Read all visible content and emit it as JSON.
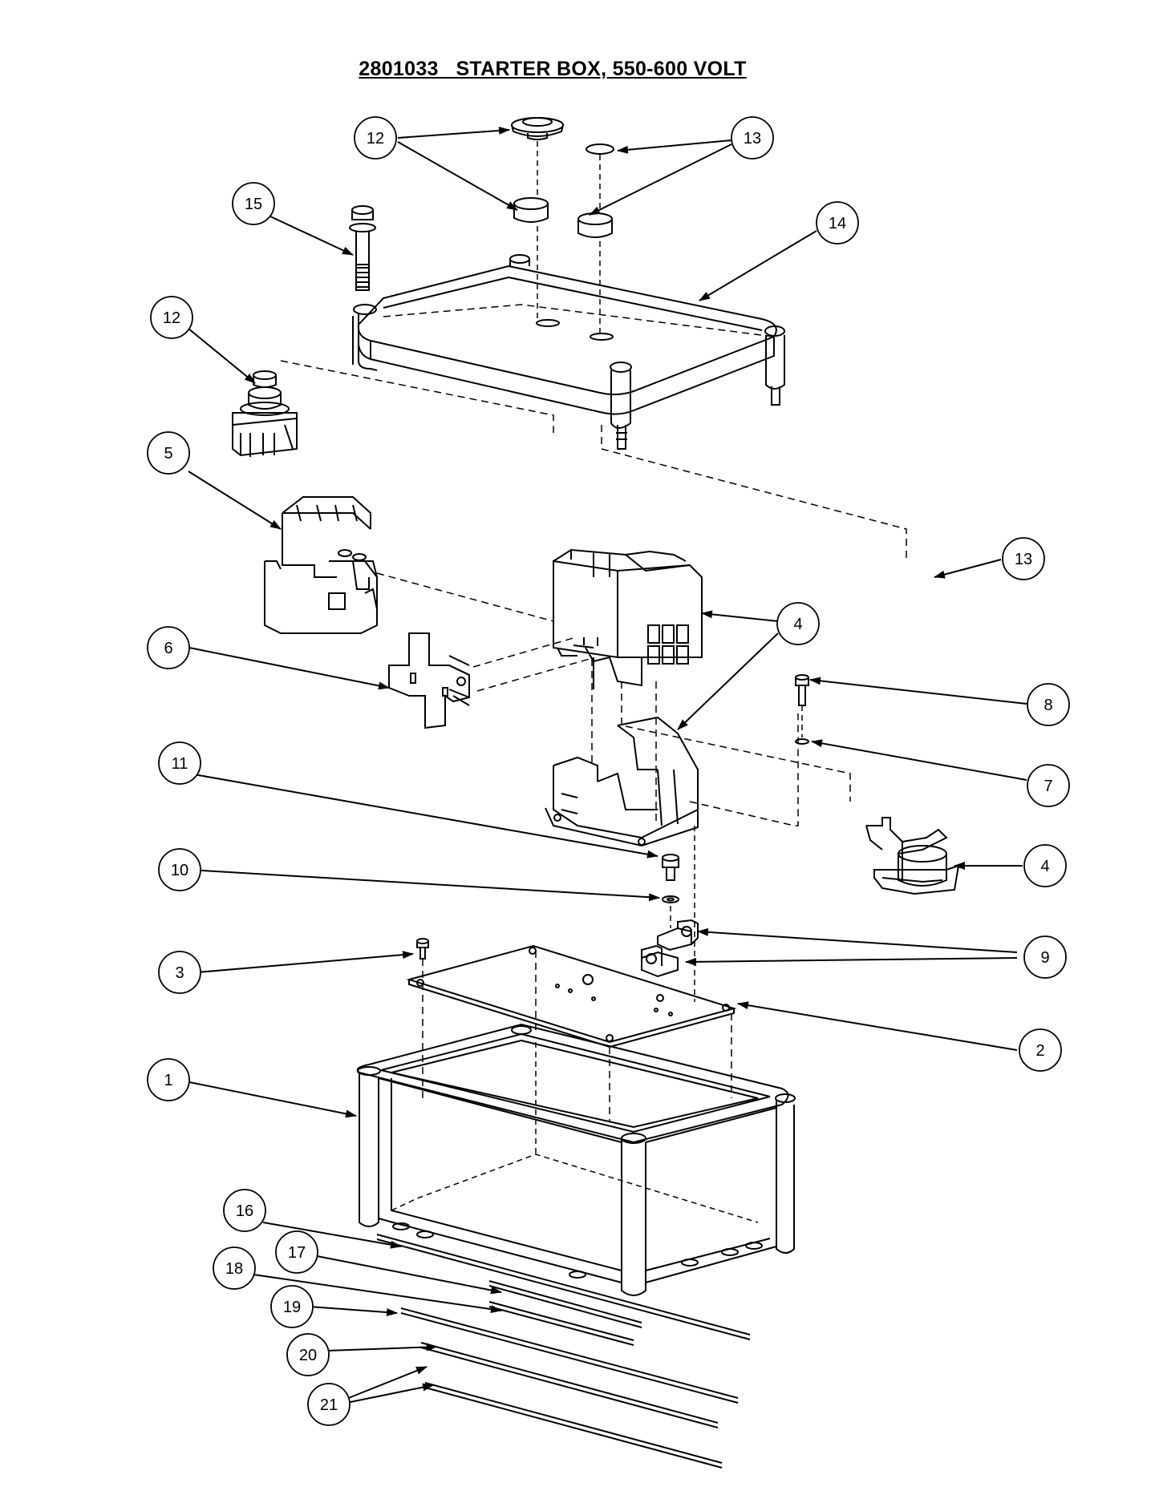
{
  "title": "2801033   STARTER BOX, 550-600 VOLT",
  "callouts": [
    "12",
    "13",
    "15",
    "14",
    "12",
    "5",
    "13",
    "4",
    "6",
    "8",
    "11",
    "7",
    "4",
    "10",
    "3",
    "9",
    "2",
    "1",
    "16",
    "17",
    "18",
    "19",
    "20",
    "21"
  ]
}
